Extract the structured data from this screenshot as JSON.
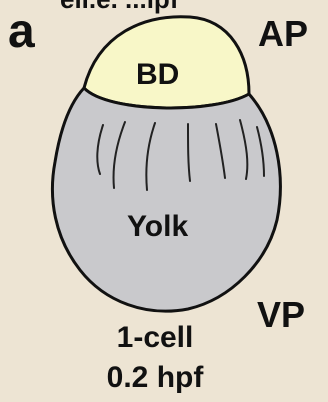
{
  "figure": {
    "top_cut_text": "ell.e. ...ipf",
    "panel_label": "a",
    "animal_pole": "AP",
    "vegetal_pole": "VP",
    "blastodisc_label": "BD",
    "yolk_label": "Yolk",
    "stage_name": "1-cell",
    "stage_time": "0.2 hpf"
  },
  "colors": {
    "background": "#ede4d3",
    "blastodisc": "#f8f7c8",
    "yolk": "#c9c9cc",
    "outline": "#111111"
  }
}
